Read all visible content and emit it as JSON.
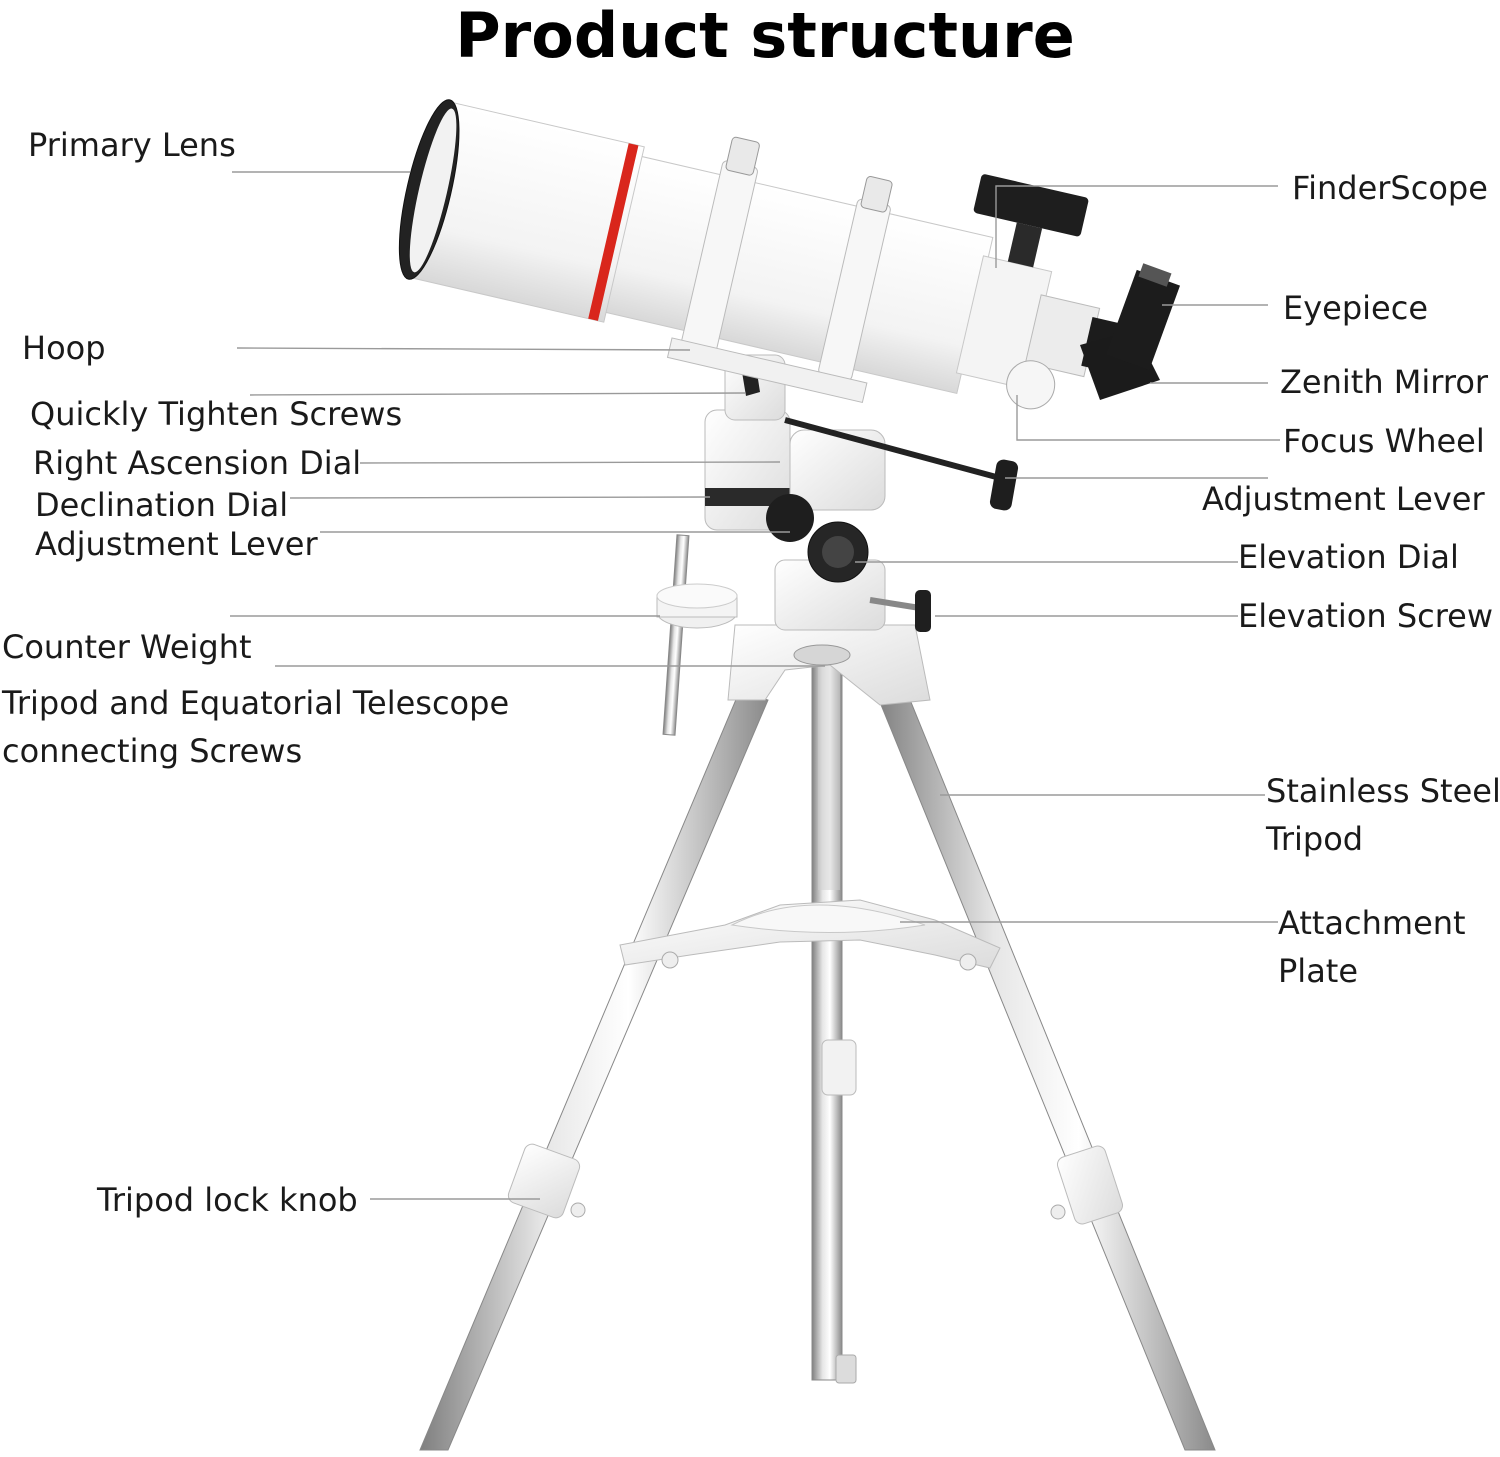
{
  "title": "Product structure",
  "labels": {
    "primary_lens": "Primary Lens",
    "hoop": "Hoop",
    "quickly_tighten_screws": "Quickly Tighten Screws",
    "right_ascension_dial": "Right Ascension Dial",
    "declination_dial": "Declination Dial",
    "adjustment_lever_left": "Adjustment Lever",
    "counter_weight": "Counter Weight",
    "tripod_connecting_screws_line1": "Tripod and Equatorial Telescope",
    "tripod_connecting_screws_line2": "connecting Screws",
    "tripod_lock_knob": "Tripod lock knob",
    "finderscope": "FinderScope",
    "eyepiece": "Eyepiece",
    "zenith_mirror": "Zenith Mirror",
    "focus_wheel": "Focus Wheel",
    "adjustment_lever_right": "Adjustment Lever",
    "elevation_dial": "Elevation Dial",
    "elevation_screw": "Elevation Screw",
    "stainless_steel_tripod_line1": "Stainless Steel",
    "stainless_steel_tripod_line2": "Tripod",
    "attachment_plate_line1": "Attachment",
    "attachment_plate_line2": "Plate"
  },
  "colors": {
    "tube": "#f7f7f7",
    "tube_ring": "#d9261c",
    "dark_parts": "#1d1d1d",
    "steel": "#b8b8b8",
    "leader_line": "#9a9a9a"
  }
}
